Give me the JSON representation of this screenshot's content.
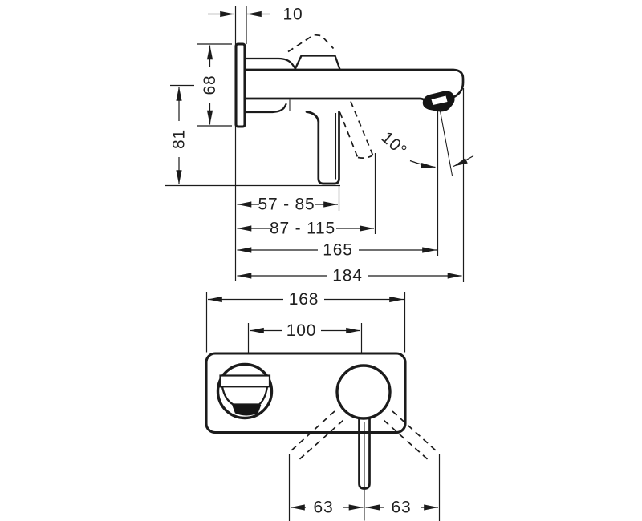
{
  "colors": {
    "line": "#1b1b1b",
    "text": "#1f1f1f",
    "background": "#ffffff",
    "detail": "#151515"
  },
  "side_view": {
    "plate_depth": "10",
    "plate_height": "68",
    "handle_drop": "81",
    "handle_reach": "57 - 85",
    "handle_reach_open": "87 - 115",
    "aerator_reach": "165",
    "total_reach": "184",
    "stream_angle": "10°"
  },
  "front_view": {
    "plate_width": "168",
    "centers_distance": "100",
    "swing_left": "63",
    "swing_right": "63"
  }
}
